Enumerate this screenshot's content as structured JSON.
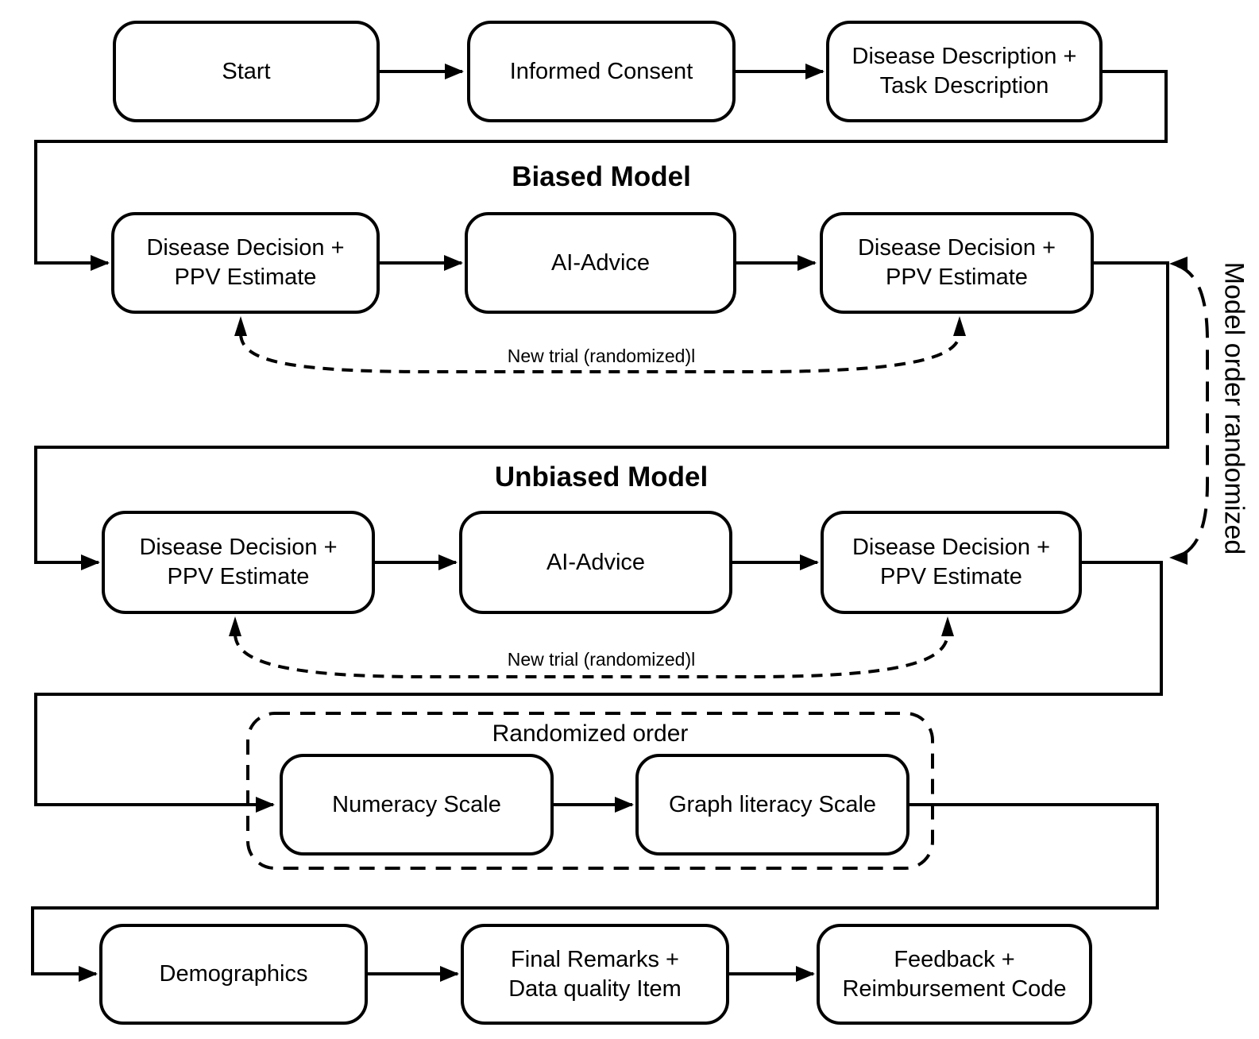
{
  "colors": {
    "ink": "#000000",
    "background": "#ffffff"
  },
  "titles": {
    "biased": "Biased Model",
    "unbiased": "Unbiased Model"
  },
  "labels": {
    "new_trial_biased": "New trial (randomized)l",
    "new_trial_unbiased": "New trial (randomized)l",
    "randomized_order": "Randomized order",
    "model_order_randomized": "Model order randomized"
  },
  "nodes": {
    "start": {
      "label": "Start"
    },
    "informed_consent": {
      "label": "Informed Consent"
    },
    "disease_task_description": {
      "label": "Disease Description +\nTask Description"
    },
    "biased_decision_pre": {
      "label": "Disease Decision +\nPPV Estimate"
    },
    "biased_ai_advice": {
      "label": "AI-Advice"
    },
    "biased_decision_post": {
      "label": "Disease Decision +\nPPV Estimate"
    },
    "unbiased_decision_pre": {
      "label": "Disease Decision +\nPPV Estimate"
    },
    "unbiased_ai_advice": {
      "label": "AI-Advice"
    },
    "unbiased_decision_post": {
      "label": "Disease Decision +\nPPV Estimate"
    },
    "numeracy_scale": {
      "label": "Numeracy Scale"
    },
    "graph_literacy_scale": {
      "label": "Graph literacy Scale"
    },
    "demographics": {
      "label": "Demographics"
    },
    "final_remarks": {
      "label": "Final Remarks +\nData quality Item"
    },
    "feedback": {
      "label": "Feedback +\nReimbursement Code"
    }
  }
}
